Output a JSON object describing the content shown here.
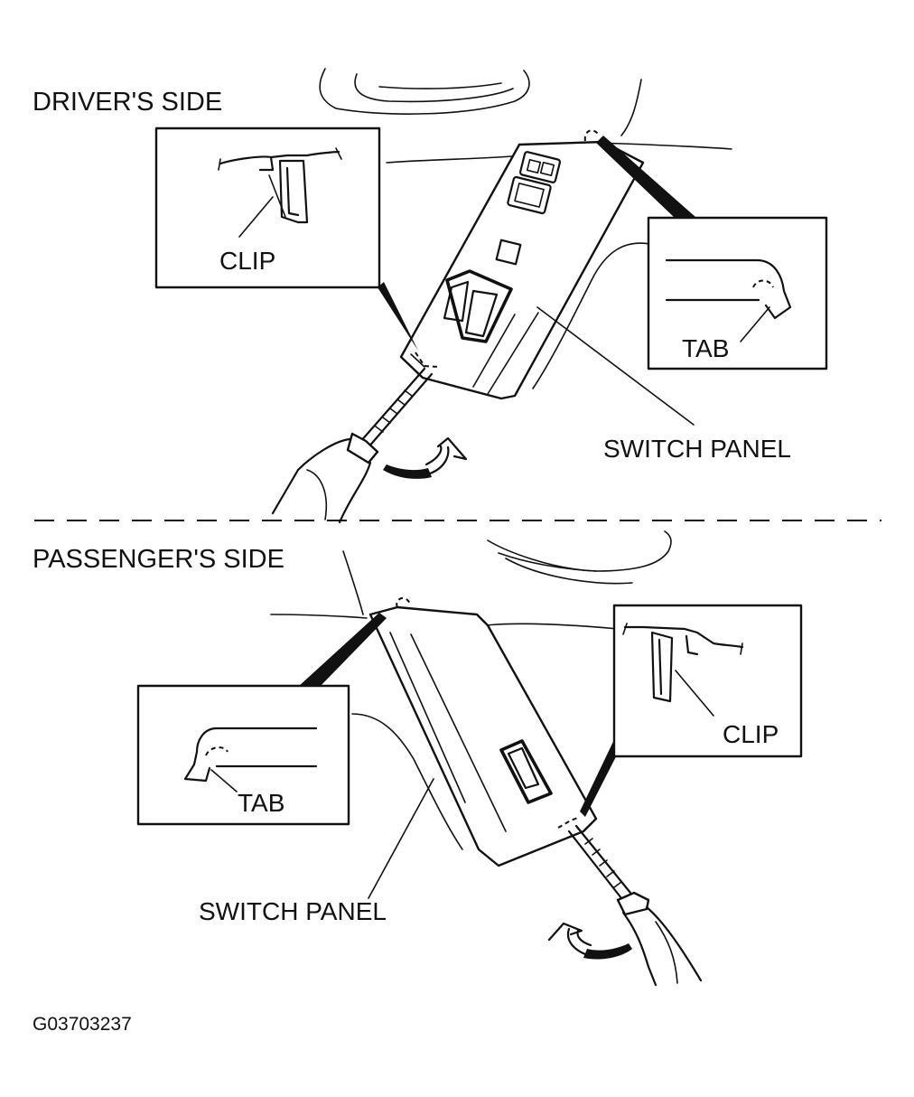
{
  "driver": {
    "title": "DRIVER'S SIDE",
    "clip_label": "CLIP",
    "tab_label": "TAB",
    "switch_panel_label": "SWITCH PANEL"
  },
  "passenger": {
    "title": "PASSENGER'S SIDE",
    "clip_label": "CLIP",
    "tab_label": "TAB",
    "switch_panel_label": "SWITCH PANEL"
  },
  "figure_id": "G03703237"
}
